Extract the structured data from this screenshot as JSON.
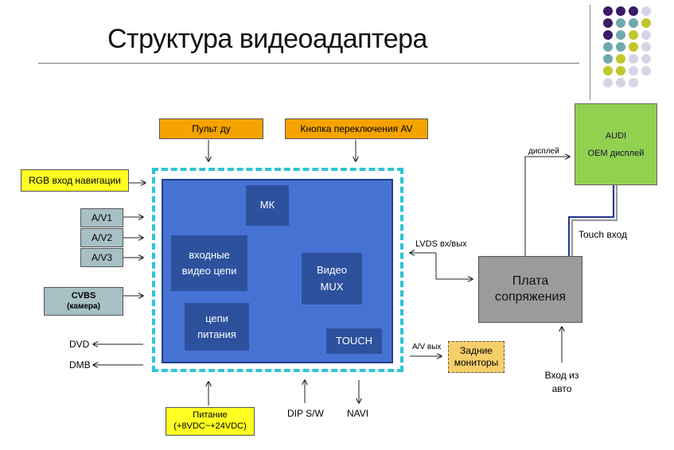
{
  "title": "Структура видеоадаптера",
  "inputs_top": {
    "remote": "Пульт ду",
    "av_button": "Кнопка переключения AV"
  },
  "inputs_left": {
    "rgb": "RGB вход навигации",
    "av1": "A/V1",
    "av2": "A/V2",
    "av3": "A/V3",
    "cvbs_line1": "CVBS",
    "cvbs_line2": "(камера)"
  },
  "outputs_left": {
    "dvd": "DVD",
    "dmb": "DMB"
  },
  "core": {
    "mk": "МК",
    "input_circuits_line1": "входные",
    "input_circuits_line2": "видео цепи",
    "video_mux_line1": "Видео",
    "video_mux_line2": "MUX",
    "power_circuits_line1": "цепи",
    "power_circuits_line2": "питания",
    "touch": "TOUCH"
  },
  "bottom": {
    "power_line1": "Питание",
    "power_line2": "(+8VDC~+24VDC)",
    "dip": "DIP S/W",
    "navi": "NAVI"
  },
  "right": {
    "lvds": "LVDS вх/вых",
    "av_out": "A/V вых",
    "rear_line1": "Задние",
    "rear_line2": "мониторы",
    "board_line1": "Плата",
    "board_line2": "сопряжения",
    "display": "дисплей",
    "audi_line1": "AUDI",
    "audi_line2": "OEM дисплей",
    "touch_in": "Touch вход",
    "car_in_line1": "Вход из",
    "car_in_line2": "авто"
  },
  "colors": {
    "core_bg": "#4673d3",
    "core_border": "#1e3f8a",
    "inner_blocks": "#2e519e",
    "dashed_frame": "#2ec4d6",
    "orange": "#f5a300",
    "yellow": "#ffff22",
    "grey_blue": "#a6c0c4",
    "sand": "#f6cf6a",
    "green": "#92d050",
    "board": "#9b9b9b",
    "dot_purple": "#3b1a66",
    "dot_teal": "#6fa9ad",
    "dot_olive": "#c2c72a",
    "dot_lilac": "#d8d4e6"
  },
  "icons": [
    "arrow-right",
    "arrow-left",
    "arrow-up",
    "arrow-down",
    "arrow-bidirectional"
  ]
}
